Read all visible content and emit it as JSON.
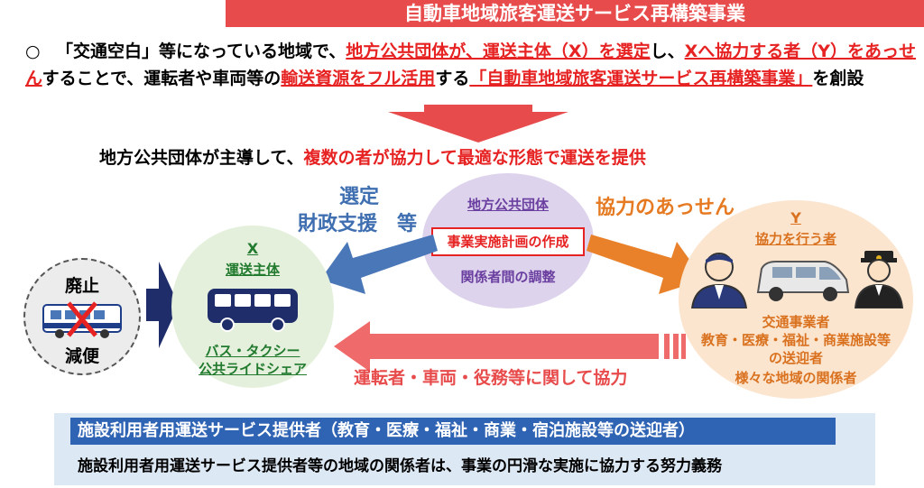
{
  "title": "自動車地域旅客運送サービス再構築事業",
  "intro": {
    "bullet": "○",
    "p1": "「交通空白」等になっている地域で、",
    "p2": "地方公共団体が、運送主体（X）を選定",
    "p3": "し、",
    "p4": "Xへ協力する者（Y）をあっせん",
    "p5": "することで、運転者や車両等の",
    "p6": "輸送資源をフル活用",
    "p7": "する",
    "p8": "「自動車地域旅客運送サービス再構築事業」",
    "p9": "を創設"
  },
  "summary": {
    "prefix": "地方公共団体が主導して、",
    "highlight": "複数の者が協力して最適な形態で運送を提供"
  },
  "left_arrow_label": {
    "line1": "選定",
    "line2": "財政支援　等"
  },
  "right_arrow_label": "協力のあっせん",
  "bottom_arrow_label": "運転者・車両・役務等に関して協力",
  "local_gov": {
    "title": "地方公共団体",
    "plan": "事業実施計画の作成",
    "coord": "関係者間の調整"
  },
  "abolish": {
    "top": "廃止",
    "bottom": "減便"
  },
  "x_circle": {
    "letter": "X",
    "role": "運送主体",
    "line1": "バス・タクシー",
    "line2": "公共ライドシェア"
  },
  "y_circle": {
    "letter": "Y",
    "role": "協力を行う者",
    "line1": "交通事業者",
    "line2": "教育・医療・福祉・商業施設等",
    "line3": "の送迎者",
    "line4": "様々な地域の関係者"
  },
  "bottom": {
    "heading": "施設利用者用運送サービス提供者（教育・医療・福祉・商業・宿泊施設等の送迎者）",
    "text": "施設利用者用運送サービス提供者等の地域の関係者は、事業の円滑な実施に協力する努力義務"
  },
  "colors": {
    "title_red": "#e84b4b",
    "highlight_red": "#e62222",
    "blue": "#3f6fb0",
    "orange": "#e67a22",
    "green_circle": "#e4f0dc",
    "purple_circle": "#ddd3ec",
    "orange_circle": "#fbe5cf",
    "navy": "#1f2e6b"
  }
}
